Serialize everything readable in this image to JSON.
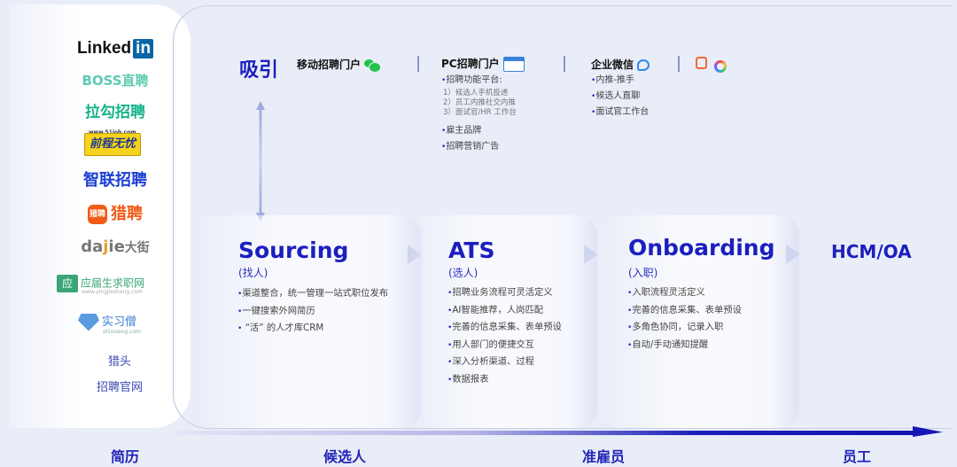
{
  "channels": {
    "linkedin": {
      "text": "Linked",
      "badge": "in"
    },
    "boss": "BOSS直聘",
    "lagou": "拉勾招聘",
    "job51": {
      "url": "www.51job.com",
      "name": "前程无忧"
    },
    "zhilian": "智联招聘",
    "liepin": {
      "badge": "猎聘",
      "name": "猎聘"
    },
    "dajie": {
      "d": "da",
      "j": "j",
      "ie": "ie",
      "cn": "大街"
    },
    "yingjiesheng": {
      "badge": "应",
      "name": "应届生求职网",
      "url": "www.yingjiesheng.com"
    },
    "shixiseng": {
      "name": "实习僧",
      "url": "shixiseng.com"
    },
    "headhunter": "猎头",
    "official_site": "招聘官网"
  },
  "attract": {
    "title": "吸引",
    "mobile": {
      "title": "移动招聘门户",
      "icon": "wechat-icon"
    },
    "pc": {
      "title": "PC招聘门户",
      "icon": "browser-window-icon",
      "items": [
        "招聘功能平台:",
        "雇主品牌",
        "招聘营销广告"
      ],
      "sub_items": [
        "1）候选人手机投递",
        "2）员工内推社交内推",
        "3）面试官/HR 工作台"
      ]
    },
    "wxwork": {
      "title": "企业微信",
      "icon": "wecom-icon",
      "items": [
        "内推-推手",
        "候选人直聊",
        "面试官工作台"
      ]
    },
    "extra_icons": [
      "group-icon",
      "ring-app-icon"
    ]
  },
  "stages": [
    {
      "title": "Sourcing",
      "sub": "(找人)",
      "items": [
        "渠道整合，统一管理一站式职位发布",
        "一键搜索外网简历",
        " “活” 的人才库CRM"
      ]
    },
    {
      "title": "ATS",
      "sub": "(选人)",
      "items": [
        "招聘业务流程可灵活定义",
        "AI智能推荐，人岗匹配",
        "完善的信息采集、表单预设",
        "用人部门的便捷交互",
        "深入分析渠道、过程",
        "数据报表"
      ]
    },
    {
      "title": "Onboarding",
      "sub": "(入职)",
      "items": [
        "入职流程灵活定义",
        "完善的信息采集、表单预设",
        "多角色协同，记录入职",
        "自动/手动通知提醒"
      ]
    },
    {
      "title": "HCM/OA",
      "sub": "",
      "items": []
    }
  ],
  "timeline": {
    "labels": [
      "简历",
      "候选人",
      "准雇员",
      "员工"
    ]
  },
  "colors": {
    "accent": "#1b1fbf",
    "background": "#e9edf8",
    "axis": "#1414b0"
  }
}
